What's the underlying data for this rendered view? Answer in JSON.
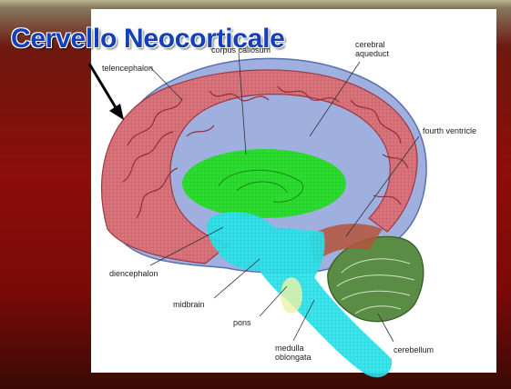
{
  "title": "Cervello Neocorticale",
  "labels": {
    "telencephalon": "telencephalon",
    "corpus_callosum": "corpus callosum",
    "cerebral_aqueduct_1": "cerebral",
    "cerebral_aqueduct_2": "aqueduct",
    "fourth_ventricle": "fourth ventricle",
    "diencephalon": "diencephalon",
    "midbrain": "midbrain",
    "pons": "pons",
    "medulla_1": "medulla",
    "medulla_2": "oblongata",
    "cerebellum": "cerebellum"
  },
  "colors": {
    "cortex": "#d9737c",
    "corpus_callosum": "#22e01f",
    "brainstem": "#29e4ea",
    "cerebellum": "#5b8c45",
    "outer_brain": "#9fb0df",
    "title": "#1540b8"
  }
}
